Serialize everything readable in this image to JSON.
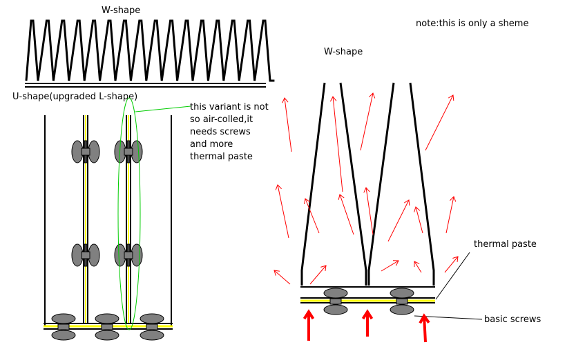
{
  "labels": {
    "w_shape_top": "W-shape",
    "w_shape_right": "W-shape",
    "note": "note:this is only a sheme",
    "u_shape": "U-shape(upgraded L-shape)",
    "variant_note_lines": [
      "this variant is not",
      "so air-colled,it",
      "needs screws",
      "and more",
      "thermal paste"
    ],
    "thermal_paste": "thermal paste",
    "basic_screws": "basic screws"
  },
  "colors": {
    "line": "#000000",
    "paste": "#ffff00",
    "arrow": "#ff0000",
    "screw_fill": "#808080",
    "highlight": "#00cc00"
  }
}
